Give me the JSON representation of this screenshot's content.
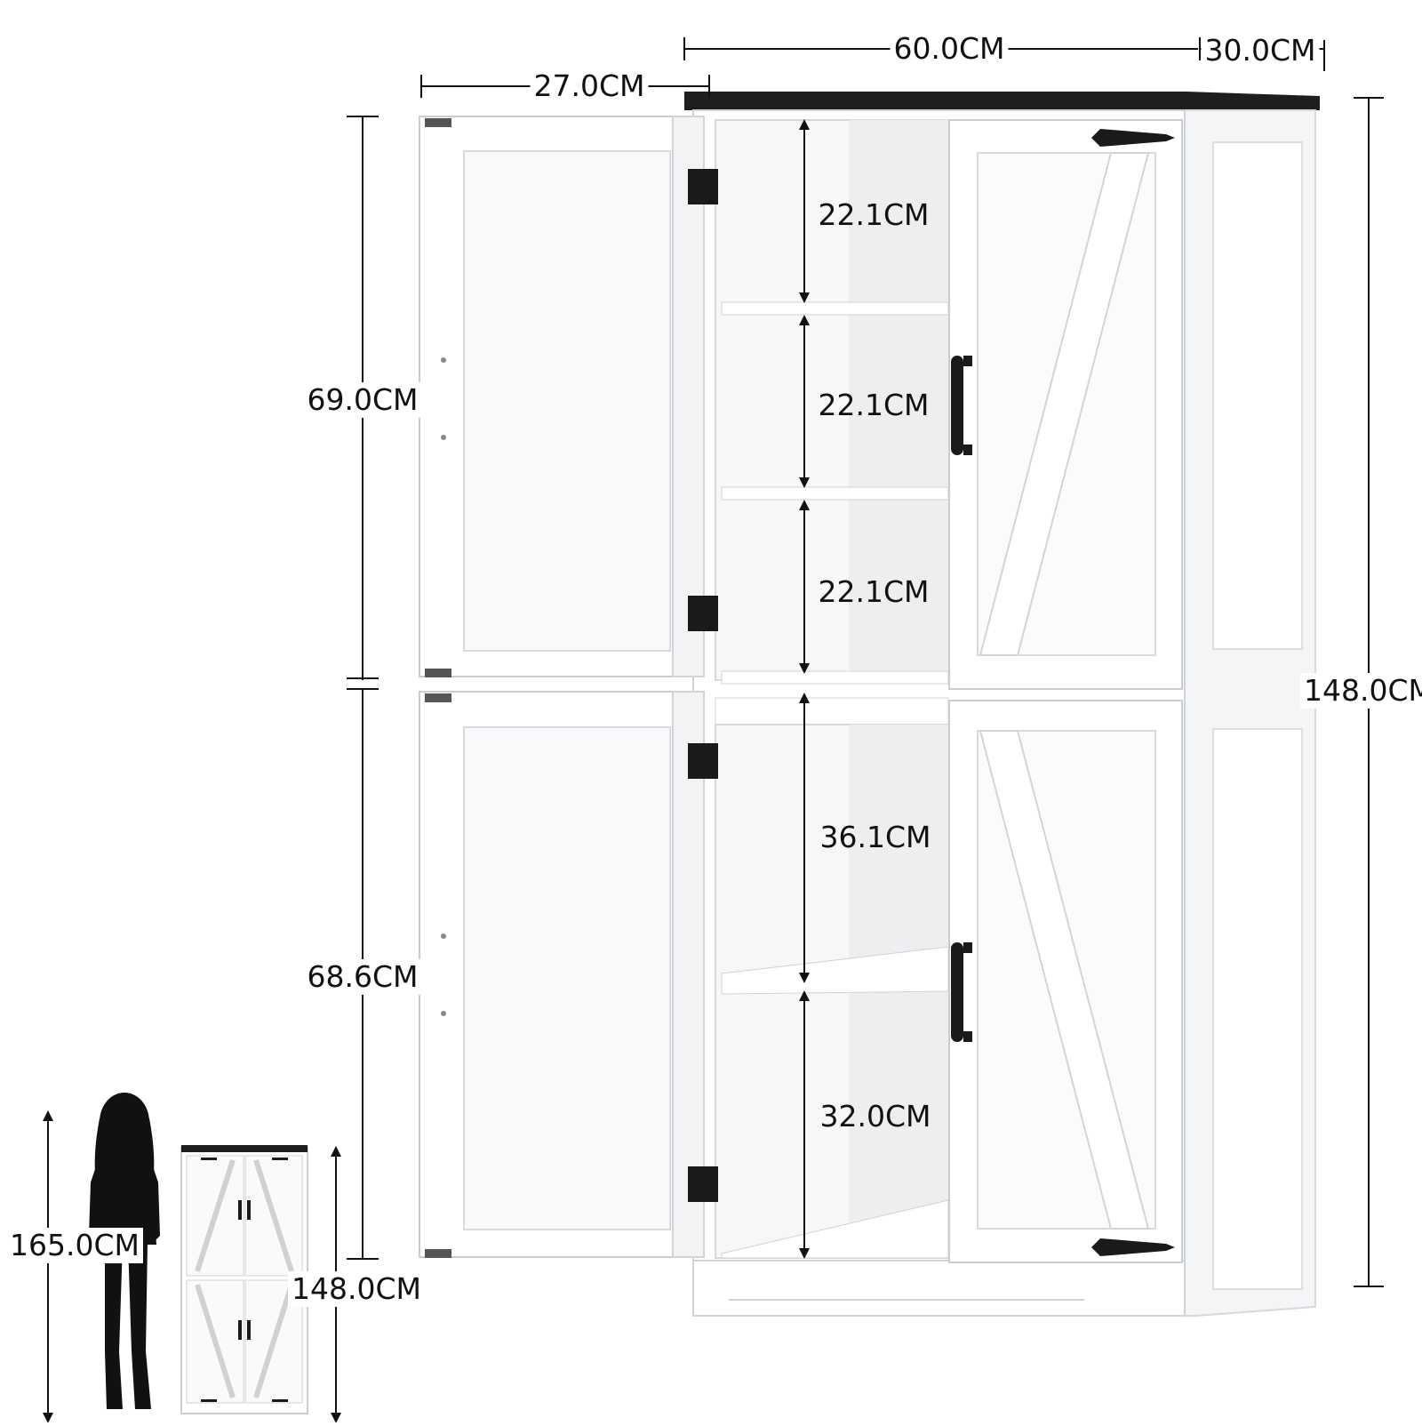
{
  "figure": {
    "kind": "product dimension diagram",
    "colors": {
      "cabinet": "#ffffff",
      "cabinet_shade": "#eef0f2",
      "top": "#1e1e1e",
      "hardware": "#1a1a1a",
      "line": "#111111"
    }
  },
  "dimensions": {
    "width": "60.0CM",
    "depth": "30.0CM",
    "door_depth": "27.0CM",
    "upper_height": "69.0CM",
    "lower_height": "68.6CM",
    "total_height": "148.0CM",
    "shelf_gap_1": "22.1CM",
    "shelf_gap_2": "22.1CM",
    "shelf_gap_3": "22.1CM",
    "lower_gap_1": "36.1CM",
    "lower_gap_2": "32.0CM"
  },
  "scale_comparison": {
    "person_height": "165.0CM",
    "cabinet_height": "148.0CM"
  }
}
